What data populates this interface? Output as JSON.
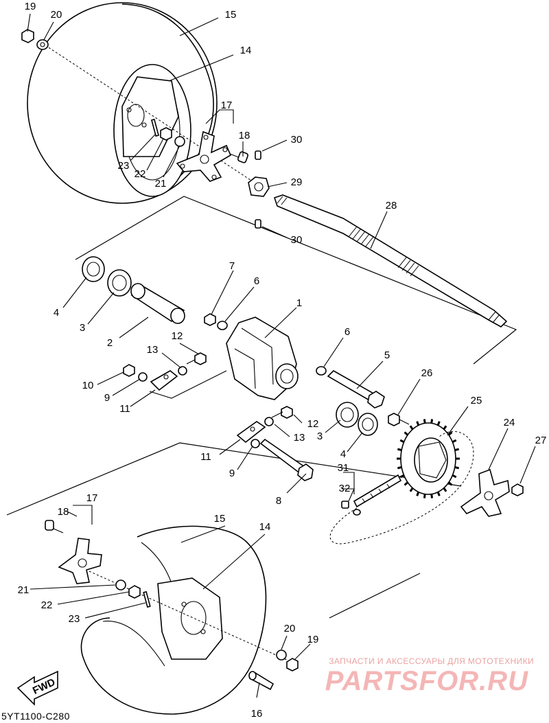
{
  "diagram_code": "5YT1100-C280",
  "fwd_label": "FWD",
  "watermark": {
    "tagline": "ЗАПЧАСТИ И АКСЕССУАРЫ ДЛЯ МОТОТЕХНИКИ",
    "logo": "PARTSFOR.RU"
  },
  "callouts": [
    {
      "id": "c19a",
      "label": "19"
    },
    {
      "id": "c20a",
      "label": "20"
    },
    {
      "id": "c15a",
      "label": "15"
    },
    {
      "id": "c14a",
      "label": "14"
    },
    {
      "id": "c17a",
      "label": "17"
    },
    {
      "id": "c18a",
      "label": "18"
    },
    {
      "id": "c30a",
      "label": "30"
    },
    {
      "id": "c29",
      "label": "29"
    },
    {
      "id": "c23a",
      "label": "23"
    },
    {
      "id": "c22a",
      "label": "22"
    },
    {
      "id": "c21a",
      "label": "21"
    },
    {
      "id": "c28",
      "label": "28"
    },
    {
      "id": "c30b",
      "label": "30"
    },
    {
      "id": "c4a",
      "label": "4"
    },
    {
      "id": "c3a",
      "label": "3"
    },
    {
      "id": "c7",
      "label": "7"
    },
    {
      "id": "c6a",
      "label": "6"
    },
    {
      "id": "c1",
      "label": "1"
    },
    {
      "id": "c2",
      "label": "2"
    },
    {
      "id": "c12a",
      "label": "12"
    },
    {
      "id": "c13a",
      "label": "13"
    },
    {
      "id": "c10",
      "label": "10"
    },
    {
      "id": "c9a",
      "label": "9"
    },
    {
      "id": "c11a",
      "label": "11"
    },
    {
      "id": "c6b",
      "label": "6"
    },
    {
      "id": "c5",
      "label": "5"
    },
    {
      "id": "c26",
      "label": "26"
    },
    {
      "id": "c25",
      "label": "25"
    },
    {
      "id": "c12b",
      "label": "12"
    },
    {
      "id": "c13b",
      "label": "13"
    },
    {
      "id": "c3b",
      "label": "3"
    },
    {
      "id": "c4b",
      "label": "4"
    },
    {
      "id": "c24",
      "label": "24"
    },
    {
      "id": "c27",
      "label": "27"
    },
    {
      "id": "c11b",
      "label": "11"
    },
    {
      "id": "c31",
      "label": "31"
    },
    {
      "id": "c9b",
      "label": "9"
    },
    {
      "id": "c32",
      "label": "32"
    },
    {
      "id": "c8",
      "label": "8"
    },
    {
      "id": "c17b",
      "label": "17"
    },
    {
      "id": "c18b",
      "label": "18"
    },
    {
      "id": "c15b",
      "label": "15"
    },
    {
      "id": "c14b",
      "label": "14"
    },
    {
      "id": "c21b",
      "label": "21"
    },
    {
      "id": "c22b",
      "label": "22"
    },
    {
      "id": "c23b",
      "label": "23"
    },
    {
      "id": "c20b",
      "label": "20"
    },
    {
      "id": "c19b",
      "label": "19"
    },
    {
      "id": "c16",
      "label": "16"
    }
  ]
}
